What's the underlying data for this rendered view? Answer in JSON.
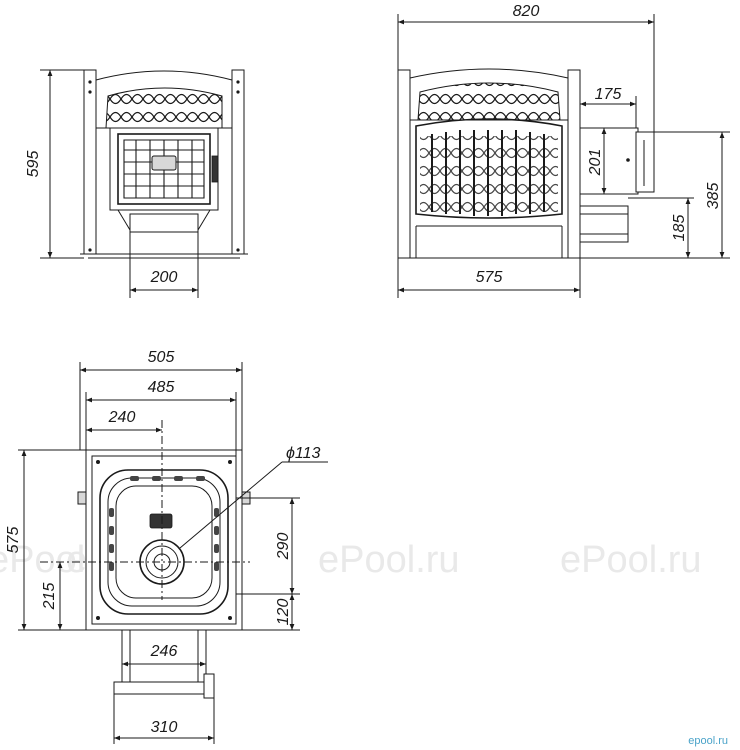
{
  "watermark": {
    "text": "ePool.ru"
  },
  "brand_logo": {
    "text": "epool.ru"
  },
  "front_view": {
    "dimensions": {
      "height": "595",
      "base_width": "200"
    }
  },
  "side_view": {
    "dimensions": {
      "overall_width": "820",
      "body_width": "575",
      "firebox_length": "175",
      "door_height": "201",
      "door_top_height": "385",
      "door_bottom_height": "185"
    }
  },
  "top_view": {
    "dimensions": {
      "width_outer": "505",
      "width_inner": "485",
      "center_offset": "240",
      "chimney_diameter": "ϕ113",
      "depth": "575",
      "chimney_offset": "215",
      "firebox_depth": "290",
      "rear_offset": "120",
      "tunnel_width": "246",
      "tunnel_frame_width": "310"
    }
  }
}
